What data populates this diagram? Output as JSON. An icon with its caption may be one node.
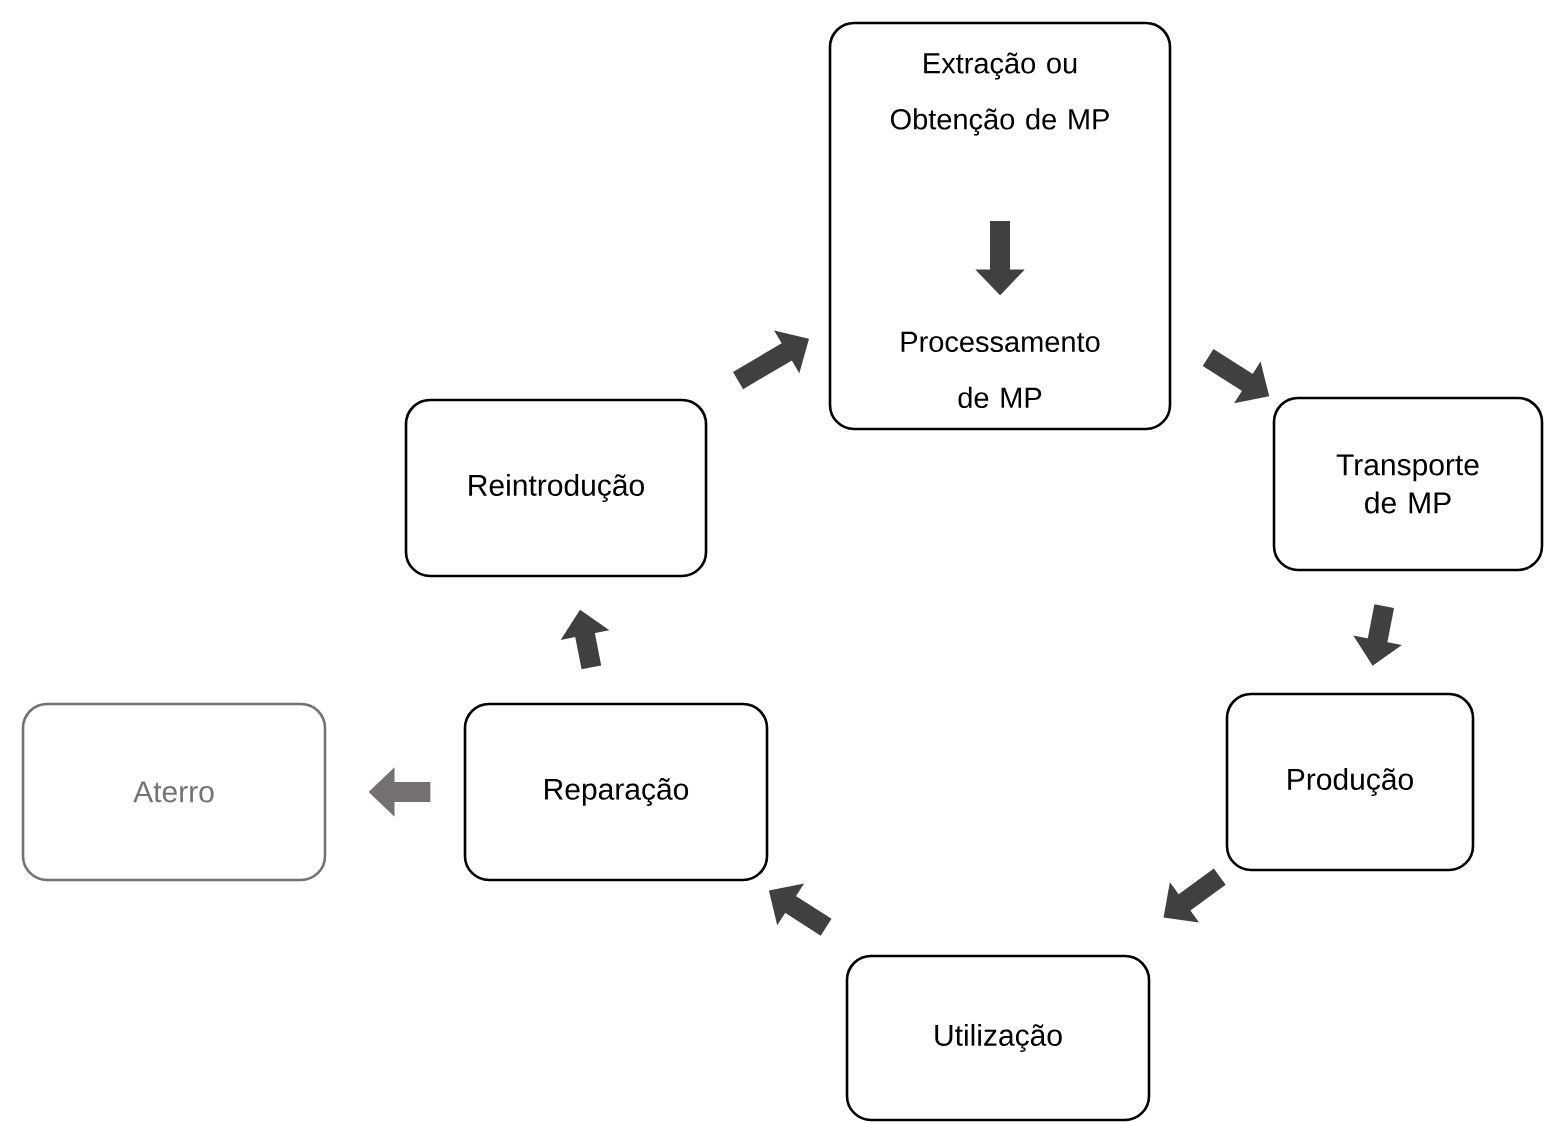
{
  "diagram": {
    "nodes": [
      {
        "text": [],
        "shape": "box"
      },
      {
        "text": [
          "Extração ou Obtenção de MP"
        ],
        "in": 0
      },
      {
        "text": [
          "Processamento de MP"
        ],
        "in": 0
      },
      {
        "text": [
          "Transporte de MP"
        ]
      },
      {
        "text": [
          "Produção"
        ]
      },
      {
        "text": [
          "Utilização"
        ]
      },
      {
        "text": [
          "Reparação"
        ]
      },
      {
        "text": [
          "Reintrodução"
        ]
      },
      {
        "text": [
          "Aterro"
        ]
      }
    ],
    "edges": [
      {
        "from": 1,
        "to": 2,
        "arrow": "to"
      },
      {
        "from": 0,
        "to": 3,
        "arrow": "to"
      },
      {
        "from": 3,
        "to": 4,
        "arrow": "to"
      },
      {
        "from": 4,
        "to": 5,
        "arrow": "to"
      },
      {
        "from": 5,
        "to": 6,
        "arrow": "to"
      },
      {
        "from": 6,
        "to": 7,
        "arrow": "to"
      },
      {
        "from": 7,
        "to": 0,
        "arrow": "to"
      },
      {
        "from": 6,
        "to": 8,
        "arrow": "to",
        "color": "#767171"
      }
    ]
  }
}
